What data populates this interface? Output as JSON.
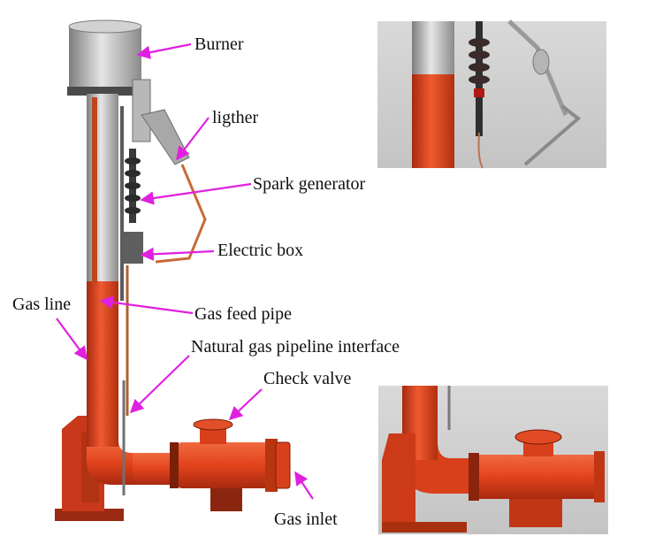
{
  "labels": {
    "burner": "Burner",
    "lighter": "ligther",
    "spark_generator": "Spark generator",
    "electric_box": "Electric box",
    "gas_line": "Gas line",
    "gas_feed_pipe": "Gas feed pipe",
    "natural_gas_interface": "Natural gas pipeline interface",
    "check_valve": "Check valve",
    "gas_inlet": "Gas inlet"
  },
  "colors": {
    "arrow": "#e020e0",
    "pipe_red": "#d8401c",
    "metal": "#b4b4b4",
    "photo_background": "#cfcfcf"
  }
}
